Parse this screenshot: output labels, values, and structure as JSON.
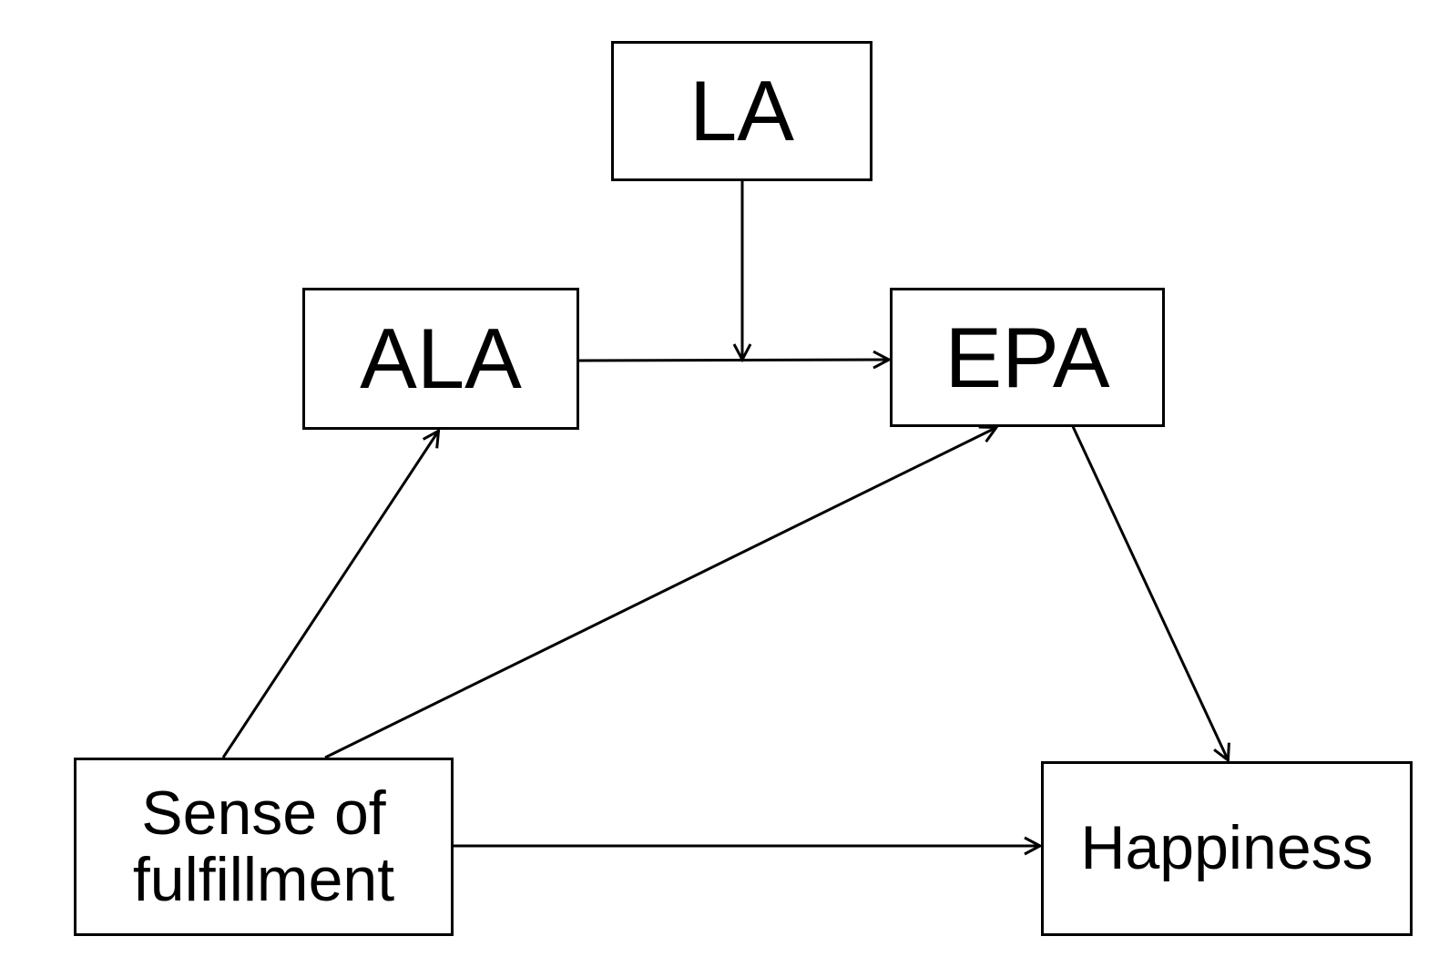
{
  "diagram": {
    "nodes": {
      "la": {
        "label": "LA"
      },
      "ala": {
        "label": "ALA"
      },
      "epa": {
        "label": "EPA"
      },
      "sense": {
        "label": "Sense of fulfillment"
      },
      "happiness": {
        "label": "Happiness"
      }
    },
    "edges": [
      {
        "from": "la",
        "to": "ala-epa path",
        "type": "moderation"
      },
      {
        "from": "ala",
        "to": "epa"
      },
      {
        "from": "sense",
        "to": "ala"
      },
      {
        "from": "sense",
        "to": "epa"
      },
      {
        "from": "epa",
        "to": "happiness"
      },
      {
        "from": "sense",
        "to": "happiness"
      }
    ],
    "colors": {
      "line": "#000000",
      "background": "#ffffff"
    }
  }
}
